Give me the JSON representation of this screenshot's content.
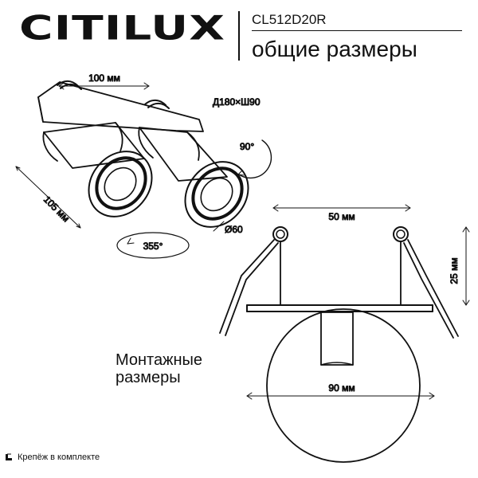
{
  "brand": {
    "name": "CITILUX"
  },
  "header": {
    "model": "CL512D20R",
    "subtitle": "общие размеры"
  },
  "dimensions": {
    "top_length": "100 мм",
    "cutout": "Д180×Ш90",
    "depth": "105 мм",
    "tilt": "90°",
    "rotation": "355°",
    "diameter": "Ø60",
    "mount_width": "50 мм",
    "mount_height": "25 мм",
    "hole_diameter": "90 мм"
  },
  "labels": {
    "mounting": "Монтажные\nразмеры"
  },
  "footer": {
    "text": "Крепёж в комплекте",
    "icon": "fastener-icon"
  }
}
